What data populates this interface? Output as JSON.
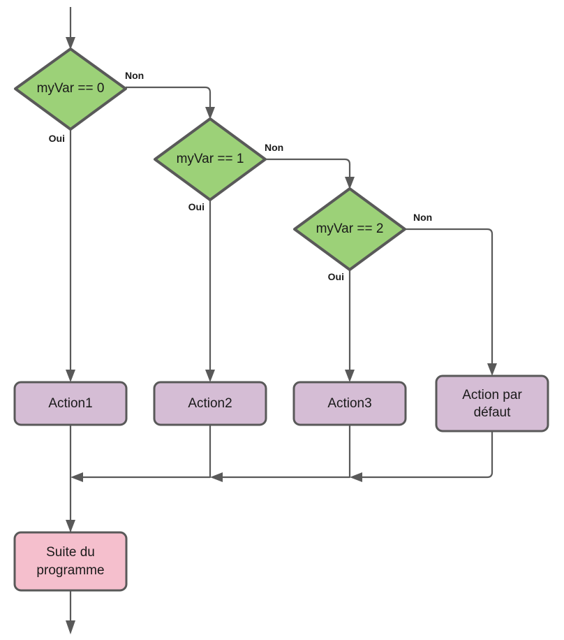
{
  "diagram": {
    "type": "flowchart",
    "language": "fr",
    "background_color": "#ffffff",
    "stroke_color": "#595959",
    "text_color": "#1a1a1a",
    "colors": {
      "decision_fill": "#9CD178",
      "decision_stroke": "#595959",
      "action_fill": "#D5BDD5",
      "action_stroke": "#595959",
      "terminal_fill": "#F5BFCD",
      "terminal_stroke": "#595959",
      "edge": "#595959"
    },
    "nodes": {
      "decision1": {
        "label": "myVar == 0",
        "shape": "diamond",
        "fill": "#9CD178"
      },
      "decision2": {
        "label": "myVar == 1",
        "shape": "diamond",
        "fill": "#9CD178"
      },
      "decision3": {
        "label": "myVar == 2",
        "shape": "diamond",
        "fill": "#9CD178"
      },
      "action1": {
        "label": "Action1",
        "shape": "rounded-rect",
        "fill": "#D5BDD5"
      },
      "action2": {
        "label": "Action2",
        "shape": "rounded-rect",
        "fill": "#D5BDD5"
      },
      "action3": {
        "label": "Action3",
        "shape": "rounded-rect",
        "fill": "#D5BDD5"
      },
      "action_default": {
        "label_line1": "Action par",
        "label_line2": "défaut",
        "shape": "rounded-rect",
        "fill": "#D5BDD5"
      },
      "suite": {
        "label_line1": "Suite du",
        "label_line2": "programme",
        "shape": "rounded-rect",
        "fill": "#F5BFCD"
      }
    },
    "edge_labels": {
      "d1_yes": "Oui",
      "d1_no": "Non",
      "d2_yes": "Oui",
      "d2_no": "Non",
      "d3_yes": "Oui",
      "d3_no": "Non"
    },
    "edges": [
      {
        "from": "entry",
        "to": "decision1",
        "label": ""
      },
      {
        "from": "decision1",
        "to": "action1",
        "label": "Oui"
      },
      {
        "from": "decision1",
        "to": "decision2",
        "label": "Non"
      },
      {
        "from": "decision2",
        "to": "action2",
        "label": "Oui"
      },
      {
        "from": "decision2",
        "to": "decision3",
        "label": "Non"
      },
      {
        "from": "decision3",
        "to": "action3",
        "label": "Oui"
      },
      {
        "from": "decision3",
        "to": "action_default",
        "label": "Non"
      },
      {
        "from": "action1",
        "to": "merge",
        "label": ""
      },
      {
        "from": "action2",
        "to": "merge",
        "label": ""
      },
      {
        "from": "action3",
        "to": "merge",
        "label": ""
      },
      {
        "from": "action_default",
        "to": "merge",
        "label": ""
      },
      {
        "from": "merge",
        "to": "suite",
        "label": ""
      },
      {
        "from": "suite",
        "to": "exit",
        "label": ""
      }
    ]
  }
}
